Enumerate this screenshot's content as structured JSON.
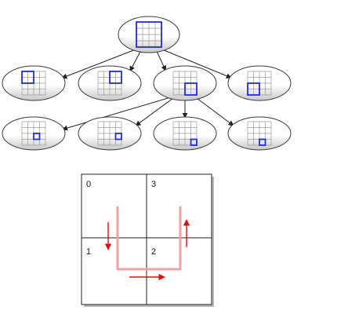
{
  "colors": {
    "node_fill_light": "#ffffff",
    "node_fill_dark": "#c8c8c8",
    "node_stroke": "#3a3a3a",
    "grid_stroke": "#9a9a9a",
    "highlight": "#1f2fd0",
    "arrow": "#222222",
    "panel_stroke": "#222222",
    "curve": "#f2a0a0",
    "red_arrow": "#e01010"
  },
  "tree": {
    "root": {
      "grid": [
        4,
        4
      ],
      "highlight": {
        "col": 0,
        "row": 0,
        "size": 4
      }
    },
    "level1": [
      {
        "grid": [
          4,
          4
        ],
        "highlight": {
          "col": 0,
          "row": 0,
          "size": 2
        }
      },
      {
        "grid": [
          4,
          4
        ],
        "highlight": {
          "col": 2,
          "row": 0,
          "size": 2
        }
      },
      {
        "grid": [
          4,
          4
        ],
        "highlight": {
          "col": 2,
          "row": 2,
          "size": 2
        },
        "expanded": true
      },
      {
        "grid": [
          4,
          4
        ],
        "highlight": {
          "col": 0,
          "row": 2,
          "size": 2
        }
      }
    ],
    "level2": [
      {
        "grid": [
          4,
          4
        ],
        "highlight": {
          "col": 2,
          "row": 2,
          "size": 1
        }
      },
      {
        "grid": [
          4,
          4
        ],
        "highlight": {
          "col": 3,
          "row": 2,
          "size": 1
        }
      },
      {
        "grid": [
          4,
          4
        ],
        "highlight": {
          "col": 3,
          "row": 3,
          "size": 1
        }
      },
      {
        "grid": [
          4,
          4
        ],
        "highlight": {
          "col": 2,
          "row": 3,
          "size": 1
        }
      }
    ]
  },
  "hilbert_panel": {
    "quadrant_labels": [
      {
        "text": "0",
        "quadrant": "top-left"
      },
      {
        "text": "3",
        "quadrant": "top-right"
      },
      {
        "text": "1",
        "quadrant": "bottom-left"
      },
      {
        "text": "2",
        "quadrant": "bottom-right"
      }
    ],
    "traversal_order": [
      "0",
      "1",
      "2",
      "3"
    ]
  }
}
